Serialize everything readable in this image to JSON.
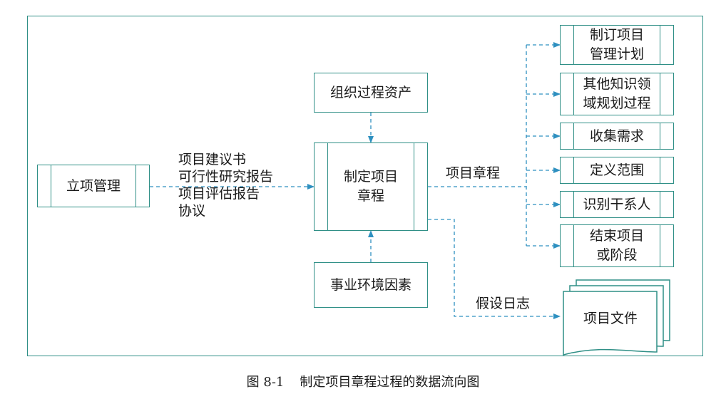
{
  "diagram": {
    "nodes": {
      "initiation_mgmt": "立项管理",
      "org_process_assets": "组织过程资产",
      "develop_charter_l1": "制定项目",
      "develop_charter_l2": "章程",
      "enterprise_env_factors": "事业环境因素",
      "outputs": [
        {
          "line1": "制订项目",
          "line2": "管理计划"
        },
        {
          "line1": "其他知识领",
          "line2": "域规划过程"
        },
        {
          "line1": "收集需求",
          "line2": ""
        },
        {
          "line1": "定义范围",
          "line2": ""
        },
        {
          "line1": "识别干系人",
          "line2": ""
        },
        {
          "line1": "结束项目",
          "line2": "或阶段"
        }
      ],
      "project_documents": "项目文件"
    },
    "edge_labels": {
      "inputs": [
        "项目建议书",
        "可行性研究报告",
        "项目评估报告",
        "协议"
      ],
      "project_charter": "项目章程",
      "assumption_log": "假设日志"
    },
    "colors": {
      "line": "#2f8f86",
      "arrow": "#2e90c0",
      "text": "#1a1a1a"
    }
  },
  "caption": {
    "number": "图 8-1",
    "text": "制定项目章程过程的数据流向图"
  }
}
